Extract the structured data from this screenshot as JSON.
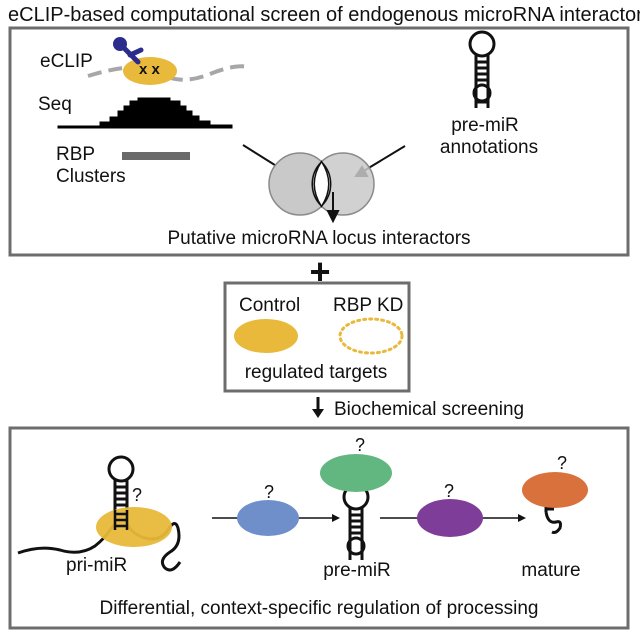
{
  "title": "eCLIP-based computational screen of endogenous microRNA interactors",
  "screen_panel": {
    "eclip_label": "eCLIP",
    "crosslink_marks": "x x",
    "seq_label": "Seq",
    "rbp_label": "RBP",
    "clusters_label": "Clusters",
    "premir_ann_line1": "pre-miR",
    "premir_ann_line2": "annotations",
    "result_label": "Putative microRNA locus interactors"
  },
  "plus": "+",
  "regulated_box": {
    "control_label": "Control",
    "kd_label": "RBP KD",
    "targets_label": "regulated targets"
  },
  "biochem_label": "Biochemical screening",
  "processing_panel": {
    "primir_label": "pri-miR",
    "premir_label": "pre-miR",
    "mature_label": "mature",
    "unknown_mark": "?",
    "bottom_label": "Differential, context-specific regulation of processing"
  },
  "colors": {
    "yellow": "#E8B93A",
    "blue": "#6F8FCB",
    "green": "#61B77F",
    "purple": "#7F3D9A",
    "orange": "#D9713C",
    "antibody": "#2B2C8C",
    "gray_circle": "#C9C9C9",
    "frame": "#6d6d6d"
  },
  "icons": [
    "antibody-icon",
    "down-arrow-icon",
    "hairpin-icon"
  ]
}
